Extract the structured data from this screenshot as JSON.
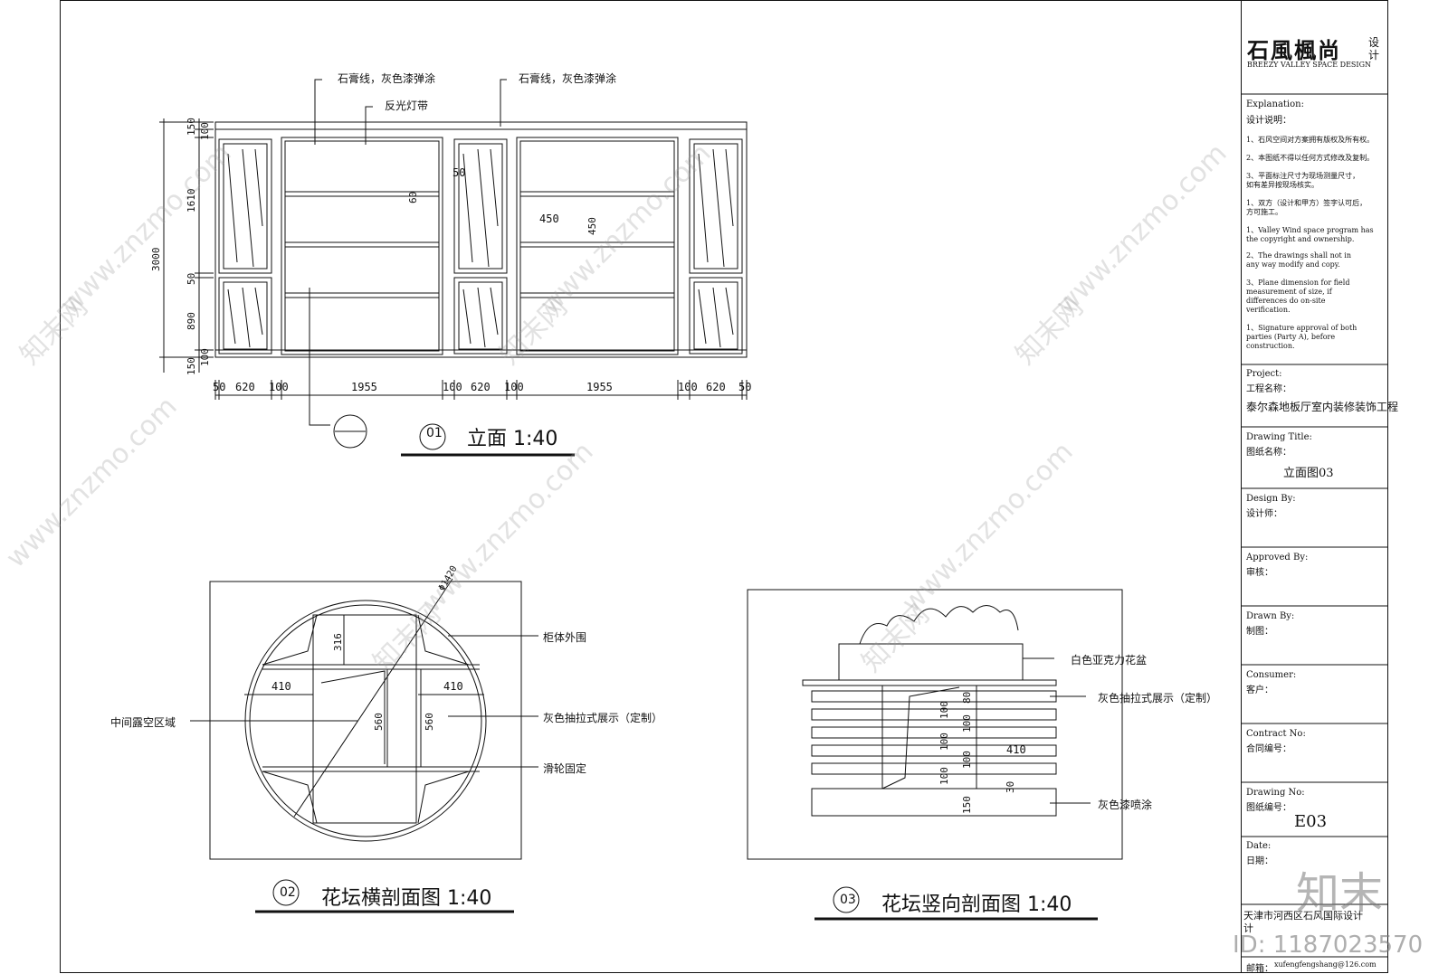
{
  "elevation": {
    "labels": {
      "gypsum_left": "石膏线，灰色漆弹涂",
      "gypsum_right": "石膏线，灰色漆弹涂",
      "light_strip": "反光灯带"
    },
    "bottom_dims": [
      "50",
      "620",
      "100",
      "1955",
      "100",
      "620",
      "100",
      "1955",
      "100",
      "620",
      "50"
    ],
    "left_dims": [
      "150",
      "100",
      "1610",
      "50",
      "890",
      "100",
      "150"
    ],
    "overall_height": "3000",
    "inner_dims": {
      "d50": "50",
      "d60": "60",
      "w450": "450",
      "h450": "450"
    },
    "title": {
      "num": "01",
      "text": "立面 1:40"
    }
  },
  "section_h": {
    "labels": {
      "cabinet": "柜体外围",
      "middle": "中间露空区域",
      "drawer": "灰色抽拉式展示（定制）",
      "pulley": "滑轮固定",
      "dia": "Φ1420"
    },
    "dims": {
      "d316": "316",
      "d410a": "410",
      "d410b": "410",
      "d560a": "560",
      "d560b": "560"
    },
    "title": {
      "num": "02",
      "text": "花坛横剖面图 1:40"
    }
  },
  "section_v": {
    "labels": {
      "planter": "白色亚克力花盆",
      "drawer": "灰色抽拉式展示（定制）",
      "spray": "灰色漆喷涂"
    },
    "dims": {
      "d100a": "100",
      "d100b": "100",
      "d100c": "100",
      "d80": "80",
      "d100d": "100",
      "d100e": "100",
      "d410": "410",
      "d30": "30",
      "d150": "150"
    },
    "title": {
      "num": "03",
      "text": "花坛竖向剖面图 1:40"
    }
  },
  "titleblock": {
    "logo_cn": "石風楓尚",
    "logo_side": "设计",
    "logo_en": "BREEZY VALLEY SPACE DESIGN",
    "explanation_en": "Explanation:",
    "explanation_cn": "设计说明：",
    "notes_cn": [
      "1、石风空间对方案拥有版权及所有权。",
      "2、本图纸不得以任何方式修改及复制。",
      "3、平面标注尺寸为现场测量尺寸，",
      "如有差异按现场核实。",
      "1、双方（设计和甲方）签字认可后，",
      "方可施工。"
    ],
    "notes_en": [
      "1、Valley Wind space program has",
      "the copyright and ownership.",
      "2、The drawings shall not in",
      "any way modify and copy.",
      "3、Plane dimension for field",
      "measurement of size, if",
      "differences do on-site",
      "verification.",
      "1、Signature approval of both",
      "parties (Party A), before",
      "construction."
    ],
    "project_en": "Project:",
    "project_cn": "工程名称：",
    "project_value": "泰尔森地板厅室内装修装饰工程",
    "drawing_title_en": "Drawing Title:",
    "drawing_title_cn": "图纸名称：",
    "drawing_title_value": "立面图03",
    "design_by_en": "Design By:",
    "design_by_cn": "设计师：",
    "approved_by_en": "Approved By:",
    "approved_by_cn": "审核：",
    "drawn_by_en": "Drawn By:",
    "drawn_by_cn": "制图：",
    "consumer_en": "Consumer:",
    "consumer_cn": "客户：",
    "contract_en": "Contract No:",
    "contract_cn": "合同编号：",
    "drawing_no_en": "Drawing No:",
    "drawing_no_cn": "图纸编号：",
    "drawing_no_value": "E03",
    "date_en": "Date:",
    "date_cn": "日期：",
    "company": "天津市河西区石风国际设计",
    "company2": "计",
    "email_label": "邮箱：",
    "email": "xufengfengshang@126.com"
  },
  "watermark": {
    "site": "www.znzmo.com",
    "brand": "知末网",
    "logo": "知末",
    "id": "ID: 1187023570"
  }
}
